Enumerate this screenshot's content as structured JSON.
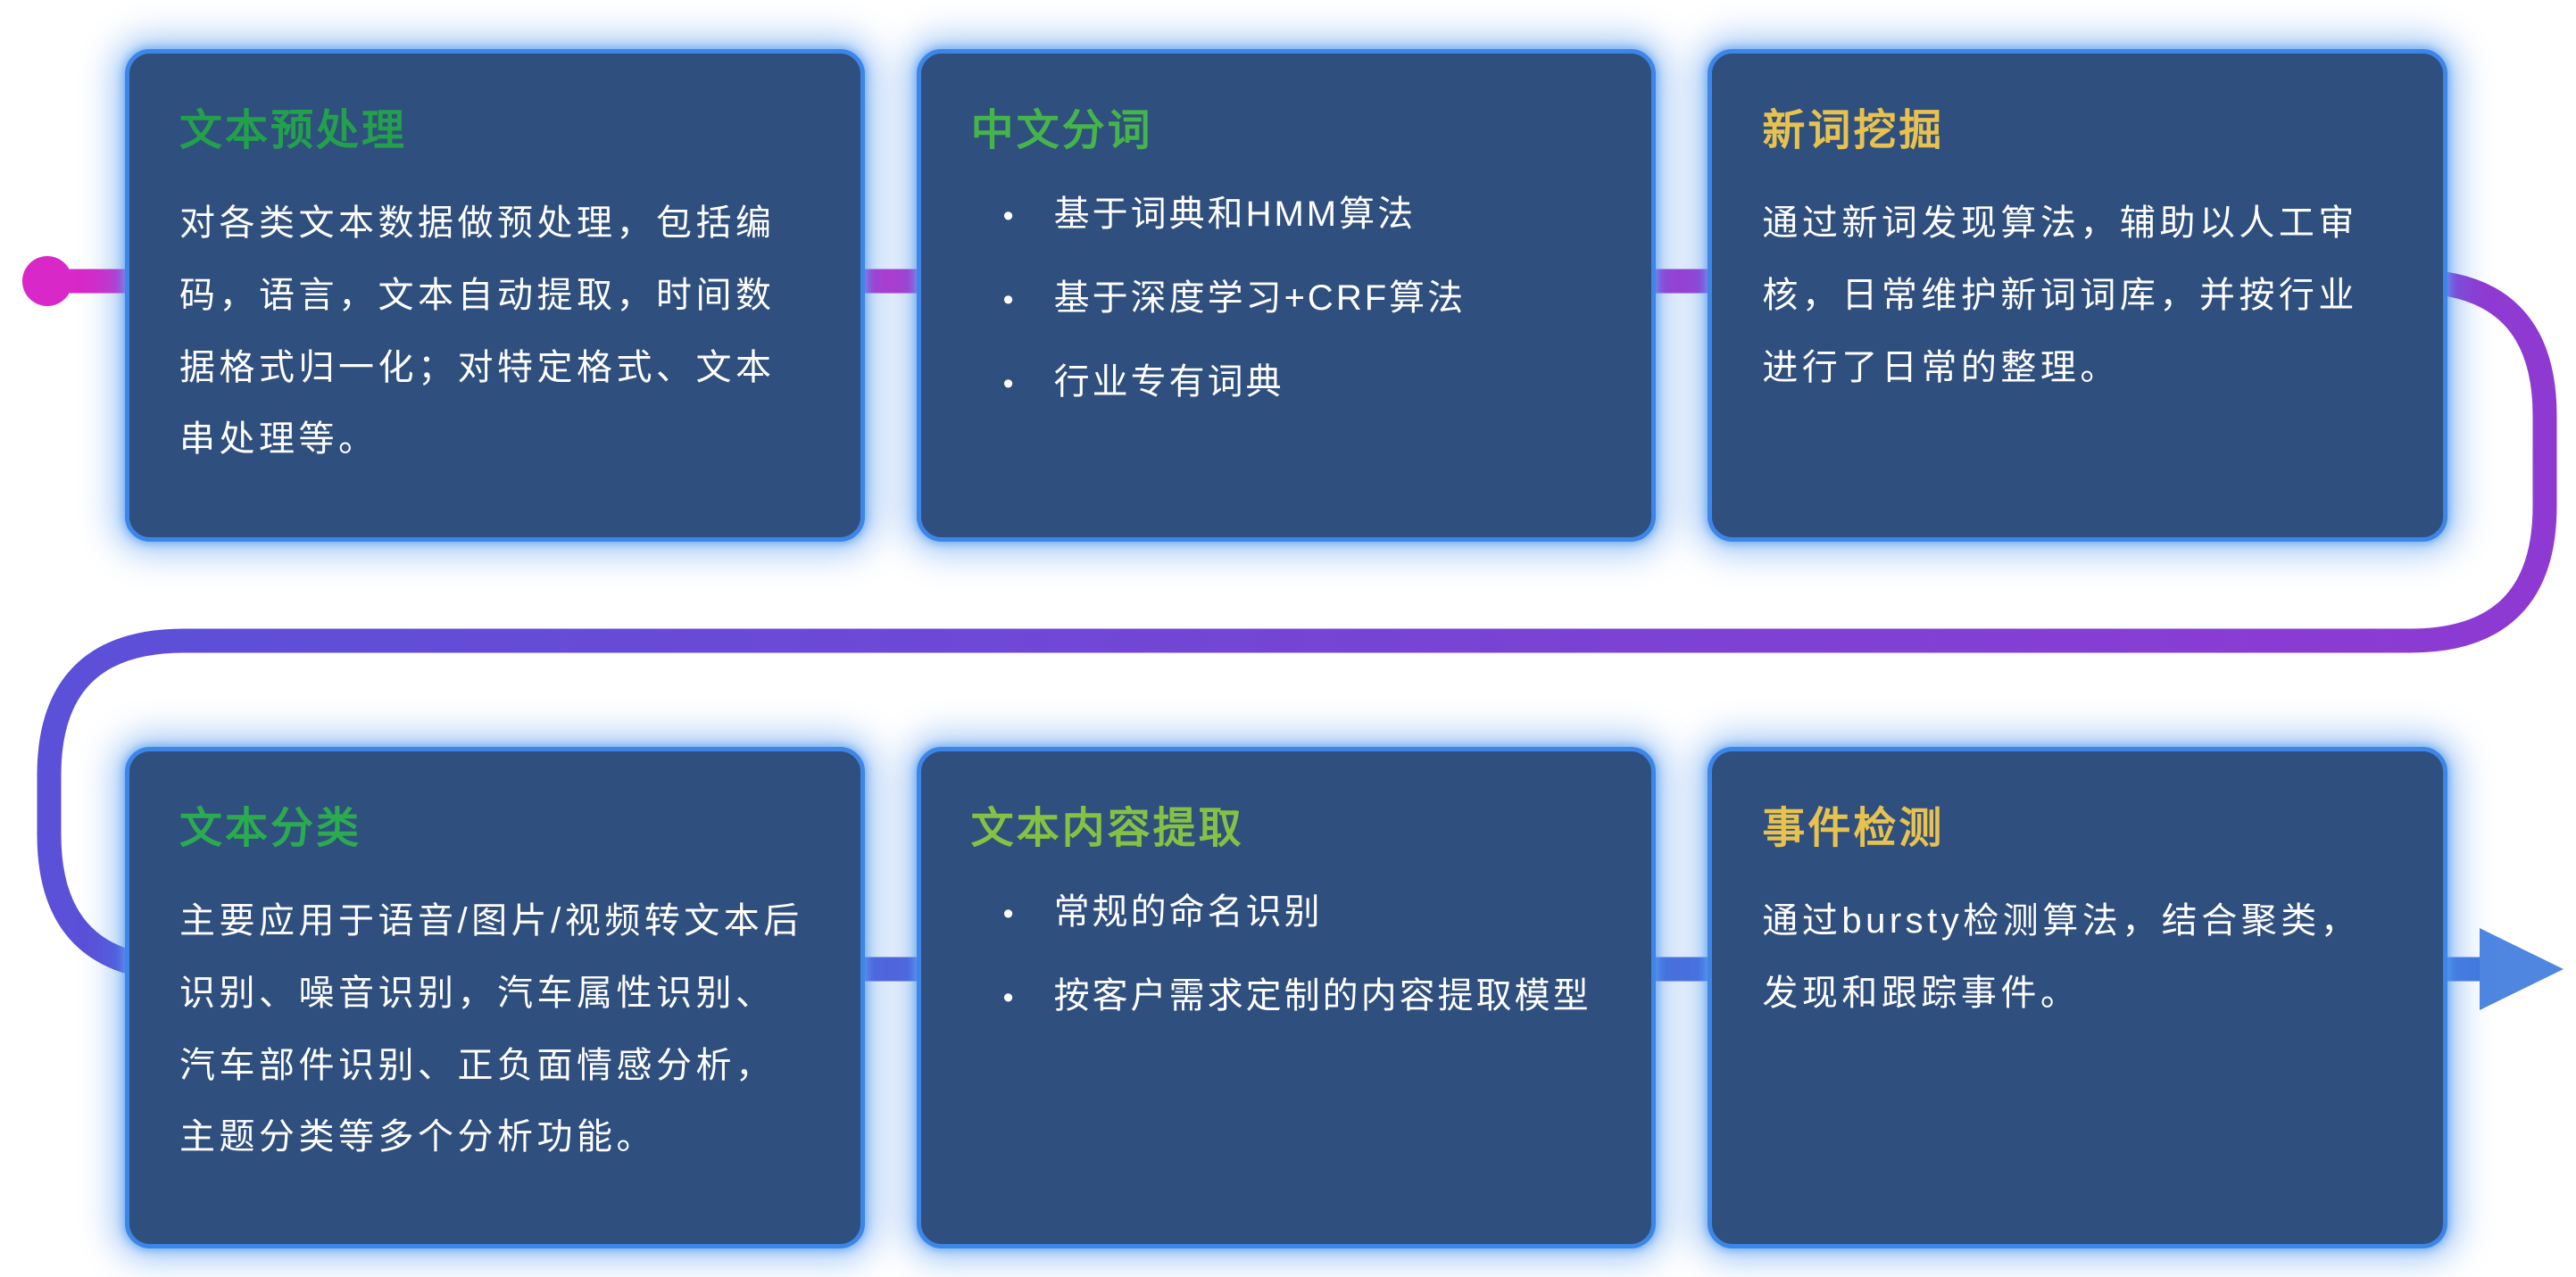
{
  "ui": {
    "bullet_char": "•"
  },
  "flow": {
    "start_dot_color": "#d928c8",
    "gradient": {
      "start": "#d928c8",
      "purple": "#8e3ad2",
      "indigo": "#5b50d8",
      "blue": "#4479dd"
    },
    "arrow_color": "#4e86e0"
  },
  "cards": [
    {
      "title": "文本预处理",
      "title_color": "#23a04b",
      "body": "对各类文本数据做预处理，包括编码，语言，文本自动提取，时间数据格式归一化；对特定格式、文本串处理等。"
    },
    {
      "title": "中文分词",
      "title_color": "#45b44a",
      "bullets": [
        "基于词典和HMM算法",
        "基于深度学习+CRF算法",
        "行业专有词典"
      ]
    },
    {
      "title": "新词挖掘",
      "title_color": "#e8c24e",
      "body": "通过新词发现算法，辅助以人工审核，日常维护新词词库，并按行业进行了日常的整理。"
    },
    {
      "title": "文本分类",
      "title_color": "#2bab50",
      "body": "主要应用于语音/图片/视频转文本后识别、噪音识别，汽车属性识别、汽车部件识别、正负面情感分析，主题分类等多个分析功能。"
    },
    {
      "title": "文本内容提取",
      "title_color": "#84c243",
      "bullets": [
        "常规的命名识别",
        "按客户需求定制的内容提取模型"
      ]
    },
    {
      "title": "事件检测",
      "title_color": "#e8c24e",
      "body": "通过bursty检测算法，结合聚类，发现和跟踪事件。"
    }
  ]
}
